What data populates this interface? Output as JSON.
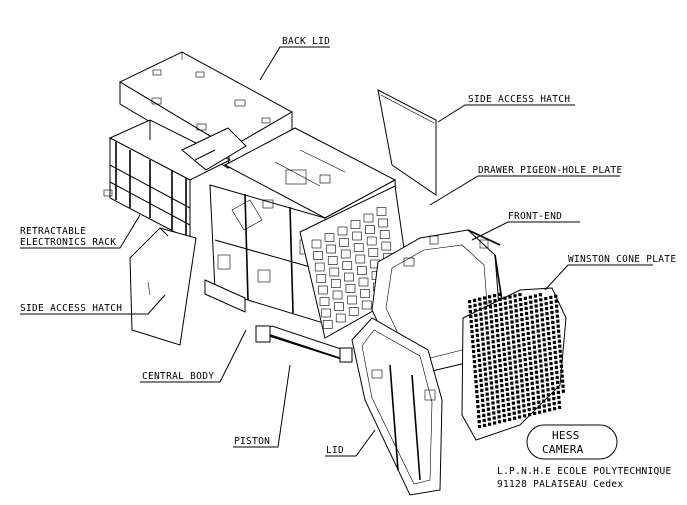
{
  "labels": {
    "back_lid": "BACK LID",
    "side_access_hatch_top": "SIDE ACCESS HATCH",
    "drawer_plate": "DRAWER PIGEON-HOLE PLATE",
    "front_end": "FRONT-END",
    "winston_cone_plate": "WINSTON CONE PLATE",
    "retractable_1": "RETRACTABLE",
    "retractable_2": "ELECTRONICS RACK",
    "side_access_hatch_left": "SIDE ACCESS HATCH",
    "central_body": "CENTRAL BODY",
    "piston": "PISTON",
    "lid": "LID"
  },
  "badge": {
    "line1": "HESS",
    "line2": "CAMERA"
  },
  "institution": {
    "line1": "L.P.N.H.E ECOLE POLYTECHNIQUE",
    "line2": "91128 PALAISEAU Cedex"
  }
}
